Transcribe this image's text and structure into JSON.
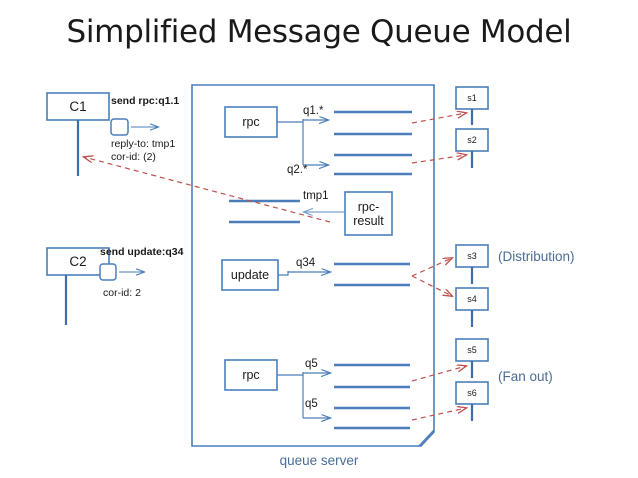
{
  "slide": {
    "title": "Simplified Message Queue Model",
    "background": "#ffffff",
    "accent_blue": "#4a7ebb",
    "accent_red": "#c0504d",
    "caption_color": "#4a6d96"
  },
  "clients": [
    {
      "id": "c1",
      "label": "C1",
      "message_label": "send rpc:q1.1",
      "annotations": [
        "reply-to: tmp1",
        "cor-id: (2)"
      ]
    },
    {
      "id": "c2",
      "label": "C2",
      "message_label": "send update:q34",
      "annotations": [
        "cor-id: 2"
      ]
    }
  ],
  "queue_server": {
    "caption": "queue server",
    "exchanges": [
      {
        "id": "exchange-rpc-top",
        "label": "rpc"
      },
      {
        "id": "exchange-rpc-result",
        "label": "rpc-\nresult"
      },
      {
        "id": "exchange-update",
        "label": "update"
      },
      {
        "id": "exchange-rpc-bottom",
        "label": "rpc"
      }
    ],
    "bindings": [
      {
        "id": "binding-q1",
        "label": "q1.*"
      },
      {
        "id": "binding-q2",
        "label": "q2.*"
      },
      {
        "id": "binding-tmp1",
        "label": "tmp1"
      },
      {
        "id": "binding-q34",
        "label": "q34"
      },
      {
        "id": "binding-q5-a",
        "label": "q5"
      },
      {
        "id": "binding-q5-b",
        "label": "q5"
      }
    ]
  },
  "servers": [
    {
      "id": "s1",
      "label": "s1"
    },
    {
      "id": "s2",
      "label": "s2"
    },
    {
      "id": "s3",
      "label": "s3"
    },
    {
      "id": "s4",
      "label": "s4"
    },
    {
      "id": "s5",
      "label": "s5"
    },
    {
      "id": "s6",
      "label": "s6"
    }
  ],
  "captions": [
    {
      "id": "distribution",
      "label": "(Distribution)"
    },
    {
      "id": "fan-out",
      "label": "(Fan out)"
    }
  ]
}
